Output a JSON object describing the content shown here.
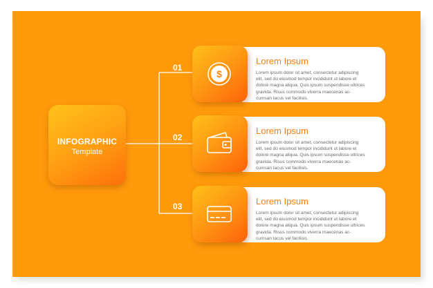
{
  "hub": {
    "title": "INFOGRAPHIC",
    "subtitle": "Template"
  },
  "colors": {
    "background": "#ff9a0b",
    "accent_text": "#ff7d0a",
    "body_text": "#6a6a6a",
    "card": "#ffffff"
  },
  "steps": [
    {
      "number": "01",
      "icon": "dollar-coin-icon",
      "title": "Lorem Ipsum",
      "lines": [
        "Lorem ipsum dolor sit amet, consectetur adipiscing",
        "elit, sed do eiusmod tempor incididunt ut labore et",
        "dolore magna aliqua. Quis ipsum suspendisse ultrices",
        "gravida. Risus commodo viverra maecenas ac-",
        "cumsan lacus vel facilisis."
      ]
    },
    {
      "number": "02",
      "icon": "wallet-icon",
      "title": "Lorem Ipsum",
      "lines": [
        "Lorem ipsum dolor sit amet, consectetur adipiscing",
        "elit, sed do eiusmod tempor incididunt ut labore et",
        "dolore magna aliqua. Quis ipsum suspendisse ultrices",
        "gravida. Risus commodo viverra maecenas ac-",
        "cumsan lacus vel facilisis."
      ]
    },
    {
      "number": "03",
      "icon": "credit-card-icon",
      "title": "Lorem Ipsum",
      "lines": [
        "Lorem ipsum dolor sit amet, consectetur adipiscing",
        "elit, sed do eiusmod tempor incididunt ut labore et",
        "dolore magna aliqua. Quis ipsum suspendisse ultrices",
        "gravida. Risus commodo viverra maecenas ac-",
        "cumsan lacus vel facilisis."
      ]
    }
  ]
}
